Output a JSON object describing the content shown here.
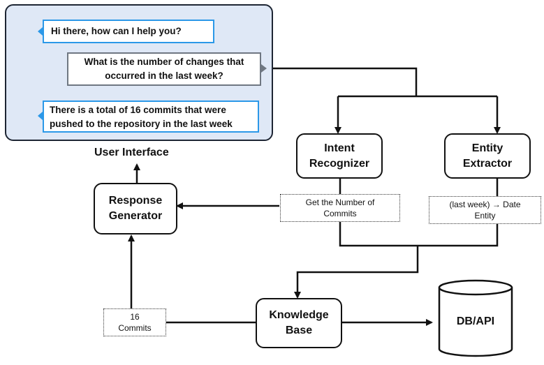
{
  "chat": {
    "bot_greeting": "Hi there, how can I help you?",
    "user_question": "What is the number of changes that occurred in the last week?",
    "bot_answer": "There is a total of 16 commits that were pushed to the repository in the last week"
  },
  "ui_label": "User Interface",
  "nodes": {
    "intent": "Intent\nRecognizer",
    "entity": "Entity\nExtractor",
    "response": "Response\nGenerator",
    "knowledge": "Knowledge\nBase",
    "db": "DB/API"
  },
  "edge_labels": {
    "intent_output": "Get the Number of\nCommits",
    "entity_output": "(last week) → Date\nEntity",
    "kb_output": "16\nCommits"
  },
  "colors": {
    "panel_bg": "#dfe8f6",
    "bot_border": "#2b98e8",
    "user_border": "#6f7782",
    "avatar": "#2e9be6"
  }
}
